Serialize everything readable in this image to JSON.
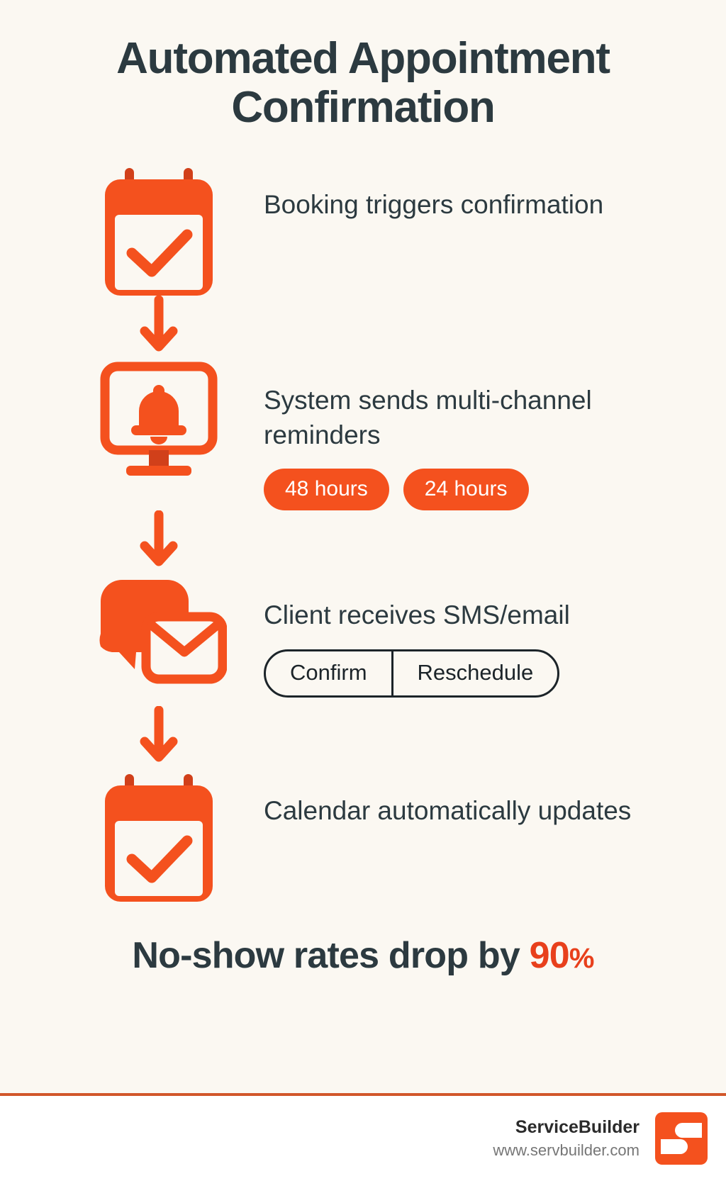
{
  "poster": {
    "title": "Automated Appointment Confirmation",
    "background_color": "#FBF8F2",
    "accent_color": "#F4511E",
    "text_color": "#2C3A40"
  },
  "steps": [
    {
      "icon": "calendar-check-icon",
      "text": "Booking triggers confirmation"
    },
    {
      "icon": "monitor-bell-icon",
      "text": "System sends multi-channel reminders",
      "pills": [
        "48 hours",
        "24 hours"
      ]
    },
    {
      "icon": "chat-envelope-icon",
      "text": "Client receives SMS/email",
      "buttons": [
        "Confirm",
        "Reschedule"
      ]
    },
    {
      "icon": "calendar-check-icon",
      "text": "Calendar automatically updates"
    }
  ],
  "stat": {
    "prefix": "No-show rates drop by ",
    "value": "90",
    "unit": "%"
  },
  "footer": {
    "brand": "ServiceBuilder",
    "url": "www.servbuilder.com",
    "logo": "servicebuilder-logo"
  }
}
